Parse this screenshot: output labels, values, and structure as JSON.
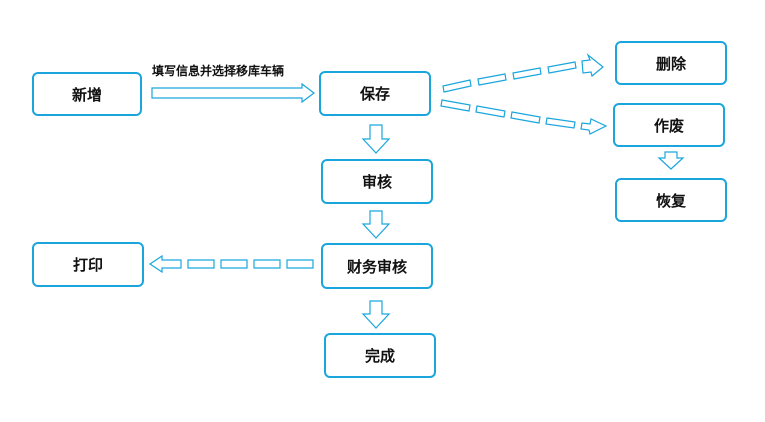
{
  "nodes": {
    "xinzeng": "新增",
    "baocun": "保存",
    "shenhe": "审核",
    "caiwu_shenhe": "财务审核",
    "wancheng": "完成",
    "dayin": "打印",
    "shanchu": "删除",
    "zuofei": "作废",
    "huifu": "恢复"
  },
  "edge_labels": {
    "xinzeng_to_baocun": "填写信息并选择移库车辆"
  },
  "colors": {
    "border": "#1aa6dd",
    "arrow_stroke": "#1aa6dd",
    "arrow_fill": "#ffffff",
    "text": "#111111"
  }
}
